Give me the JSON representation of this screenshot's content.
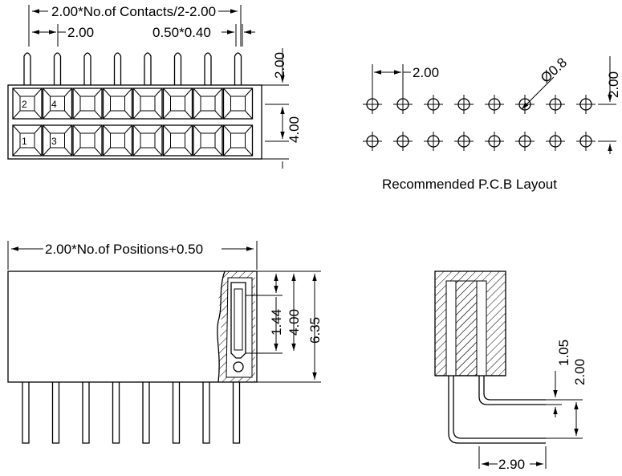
{
  "top_view": {
    "dim_total": "2.00*No.of Contacts/2-2.00",
    "dim_pitch": "2.00",
    "dim_pin": "0.50*0.40",
    "dim_pin_length": "2.00",
    "dim_height": "4.00",
    "pin_numbers": [
      "2",
      "4",
      "1",
      "3"
    ],
    "contact_columns": 8
  },
  "pcb_layout": {
    "dim_pitch": "2.00",
    "dim_hole": "Ø0.8",
    "dim_row": "2.00",
    "caption": "Recommended P.C.B Layout",
    "holes_per_row": 8
  },
  "side_view": {
    "dim_total": "2.00*No.of Positions+0.50",
    "dim_a": "1.44",
    "dim_b": "4.00",
    "dim_c": "6.35",
    "pin_count": 8
  },
  "end_view": {
    "dim_a": "1.05",
    "dim_b": "2.00",
    "dim_c": "2.90"
  }
}
